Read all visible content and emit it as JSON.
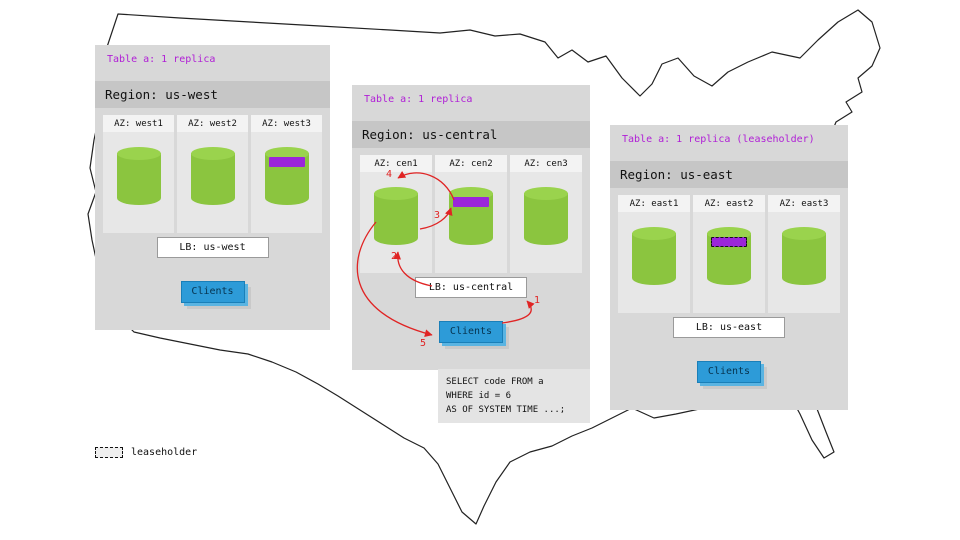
{
  "panels": {
    "west": {
      "table_label": "Table a: 1 replica",
      "region_label": "Region: us-west",
      "azs": [
        "AZ: west1",
        "AZ: west2",
        "AZ: west3"
      ],
      "lb_label": "LB: us-west",
      "clients_label": "Clients"
    },
    "central": {
      "table_label": "Table a: 1 replica",
      "region_label": "Region: us-central",
      "azs": [
        "AZ: cen1",
        "AZ: cen2",
        "AZ: cen3"
      ],
      "lb_label": "LB: us-central",
      "clients_label": "Clients",
      "sql": [
        "SELECT code FROM a",
        "WHERE id = 6",
        "AS OF SYSTEM TIME ...;"
      ],
      "steps": [
        "1",
        "2",
        "3",
        "4",
        "5"
      ]
    },
    "east": {
      "table_label": "Table a: 1 replica (leaseholder)",
      "region_label": "Region: us-east",
      "azs": [
        "AZ: east1",
        "AZ: east2",
        "AZ: east3"
      ],
      "lb_label": "LB: us-east",
      "clients_label": "Clients"
    }
  },
  "legend": {
    "label": "leaseholder"
  },
  "colors": {
    "replica_green": "#8bc53f",
    "replica_green_top": "#9ad34d",
    "range_purple": "#9b26d9",
    "table_label_purple": "#b01fd6",
    "clients_blue": "#2d9bd8",
    "arrow_red": "#e02424",
    "panel_gray": "#d8d8d8",
    "region_bar_gray": "#c6c6c6"
  }
}
